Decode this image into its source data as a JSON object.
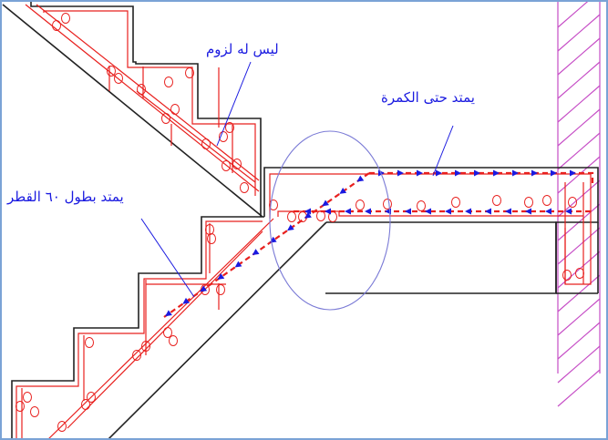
{
  "labels": {
    "not_required": "ليس له لزوم",
    "extends_to_beam": "يمتد حتى الكمرة",
    "extends_60_diameter": "يمتد بطول ٦٠ القطر"
  },
  "colors": {
    "concrete_outline": "#222222",
    "rebar": "#e8201e",
    "continued_bar_arrows": "#1a1ae0",
    "label_text": "#1a1ae0",
    "leader_lines": "#1a1ae0",
    "detail_circle": "#7b7bd6",
    "wall_hatch": "#c64ec6",
    "frame_border": "#7aa3d6"
  },
  "icons": {
    "stirrup_marker": "circle-bar-section",
    "bar_direction": "arrow-head"
  }
}
